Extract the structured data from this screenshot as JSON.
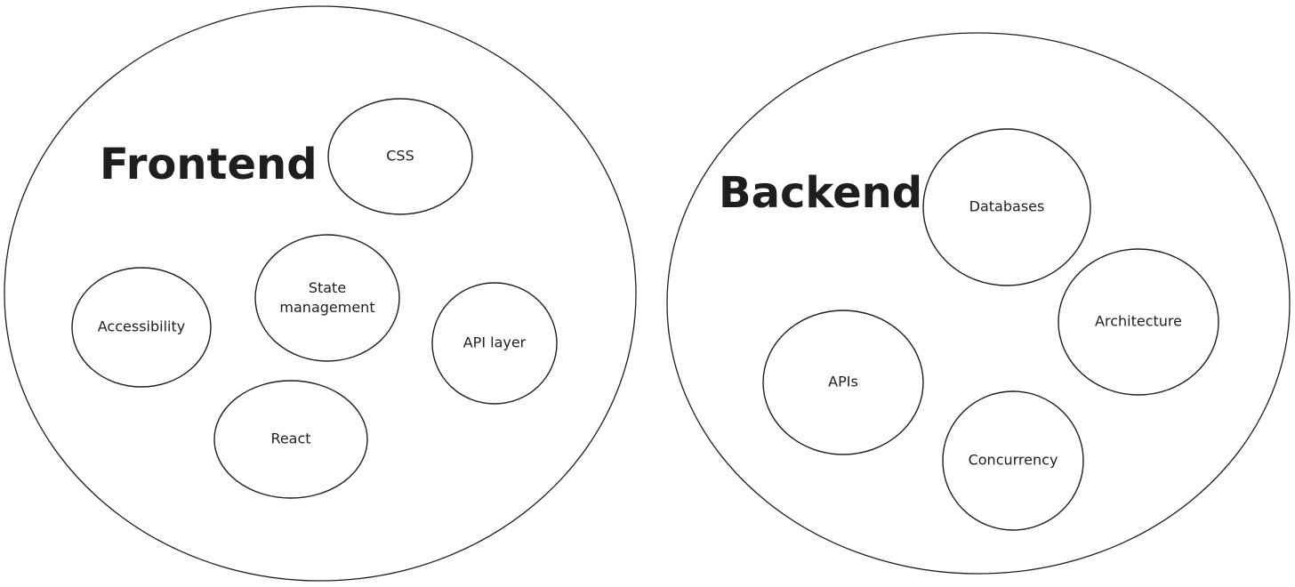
{
  "groups": [
    {
      "title": "Frontend",
      "nodes": [
        {
          "label": "CSS"
        },
        {
          "label": "State management"
        },
        {
          "label": "Accessibility"
        },
        {
          "label": "API layer"
        },
        {
          "label": "React"
        }
      ]
    },
    {
      "title": "Backend",
      "nodes": [
        {
          "label": "Databases"
        },
        {
          "label": "Architecture"
        },
        {
          "label": "APIs"
        },
        {
          "label": "Concurrency"
        }
      ]
    }
  ]
}
